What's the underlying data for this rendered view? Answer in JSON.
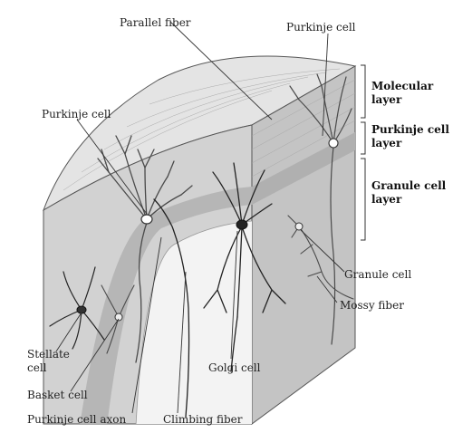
{
  "labels": {
    "parallel_fiber": "Parallel fiber",
    "purkinje_cell_top": "Purkinje cell",
    "purkinje_cell_left": "Purkinje cell",
    "stellate_line1": "Stellate",
    "stellate_line2": "cell",
    "basket_cell": "Basket cell",
    "purkinje_cell_axon": "Purkinje cell axon",
    "climbing_fiber": "Climbing fiber",
    "golgi_cell": "Golgi cell",
    "granule_cell": "Granule cell",
    "mossy_fiber": "Mossy fiber"
  },
  "layers": {
    "molecular_line1": "Molecular",
    "molecular_line2": "layer",
    "purkinje_line1": "Purkinje cell",
    "purkinje_line2": "layer",
    "granule_line1": "Granule cell",
    "granule_line2": "layer"
  },
  "colors": {
    "tissue": "#cfcfcf",
    "tissue_light": "#e4e4e4",
    "purkinje_band": "#b4b4b4",
    "white_matter": "#f4f4f4",
    "neuron": "#4a4a4a"
  }
}
